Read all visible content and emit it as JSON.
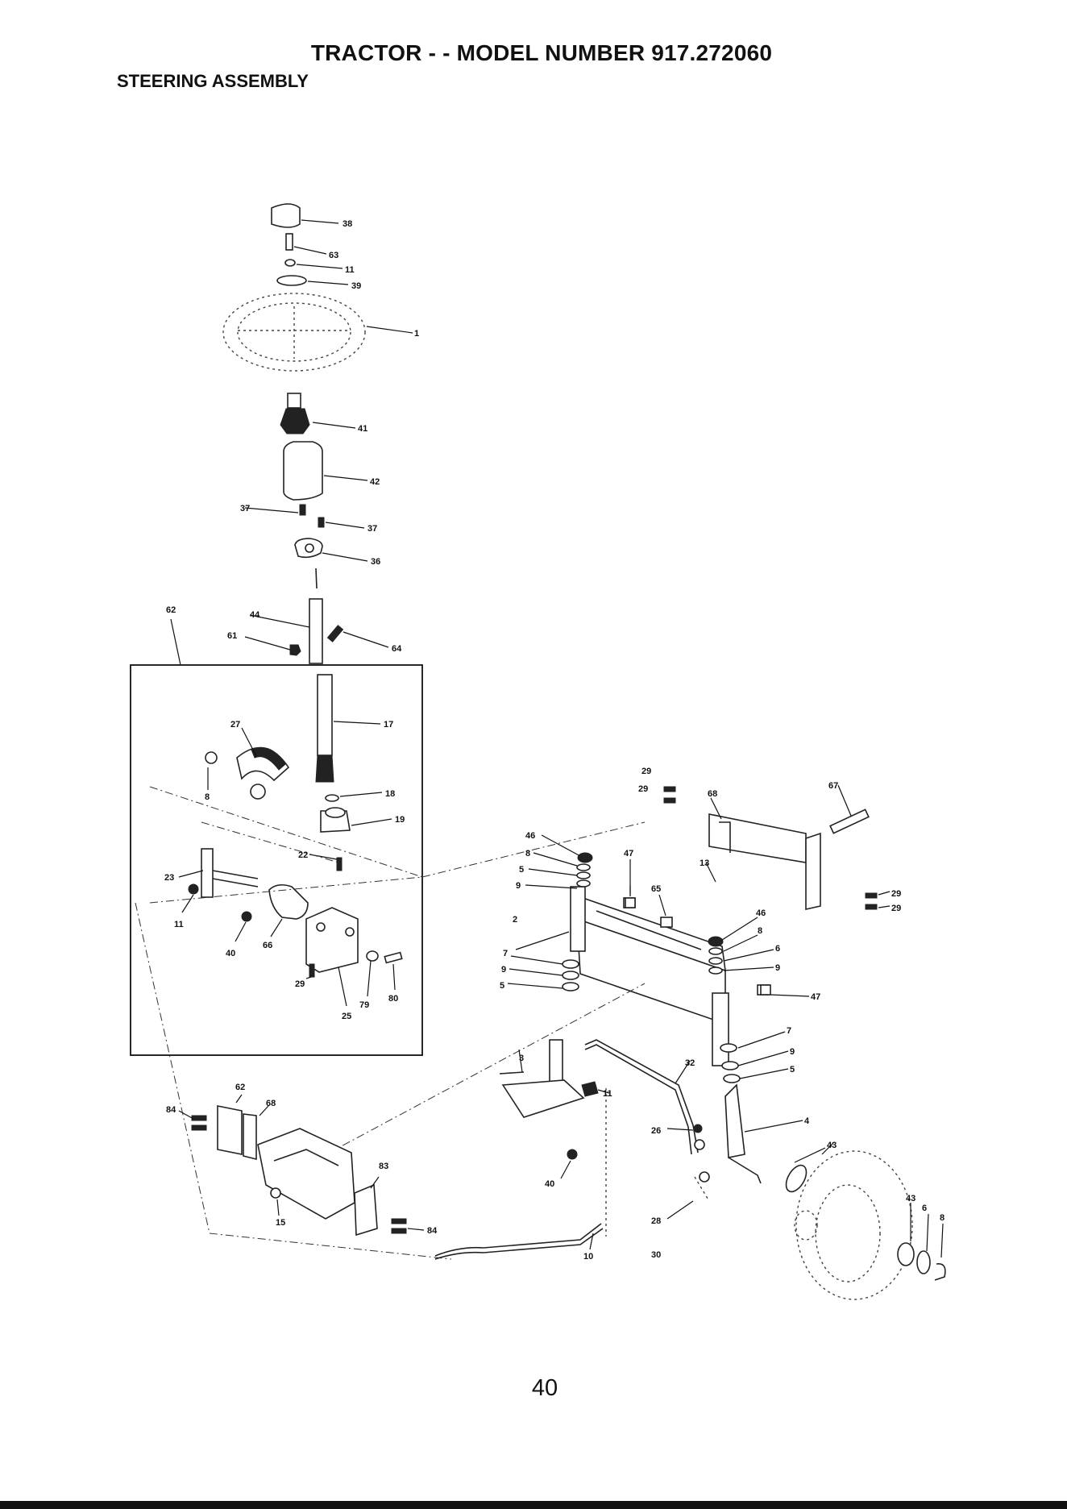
{
  "header": {
    "title": "TRACTOR - - MODEL NUMBER 917.272060",
    "subtitle": "STEERING ASSEMBLY"
  },
  "footer": {
    "page_number": "40"
  },
  "callouts": {
    "p38": "38",
    "p63": "63",
    "p11a": "11",
    "p39": "39",
    "p1": "1",
    "p41": "41",
    "p42": "42",
    "p37a": "37",
    "p37b": "37",
    "p36": "36",
    "p62a": "62",
    "p44": "44",
    "p61": "61",
    "p64": "64",
    "p27": "27",
    "p17": "17",
    "p8a": "8",
    "p18": "18",
    "p19": "19",
    "p22": "22",
    "p23": "23",
    "p11b": "11",
    "p40a": "40",
    "p66": "66",
    "p29a": "29",
    "p79": "79",
    "p80": "80",
    "p25": "25",
    "p29b": "29",
    "p29c": "29",
    "p68a": "68",
    "p67": "67",
    "p46a": "46",
    "p8b": "8",
    "p5a": "5",
    "p9a": "9",
    "p47a": "47",
    "p13": "13",
    "p65": "65",
    "p29d": "29",
    "p29e": "29",
    "p2": "2",
    "p46b": "46",
    "p8c": "8",
    "p6": "6",
    "p9b": "9",
    "p7a": "7",
    "p9c": "9",
    "p5b": "5",
    "p47b": "47",
    "p7b": "7",
    "p9d": "9",
    "p5c": "5",
    "p3": "3",
    "p32": "32",
    "p11c": "11",
    "p62b": "62",
    "p68b": "68",
    "p84a": "84",
    "p26a": "26",
    "p4": "4",
    "p43a": "43",
    "p40b": "40",
    "p83": "83",
    "p15": "15",
    "p84b": "84",
    "p28": "28",
    "p10": "10",
    "p30": "30",
    "p43b": "43",
    "p6b": "6",
    "p8d": "8"
  }
}
